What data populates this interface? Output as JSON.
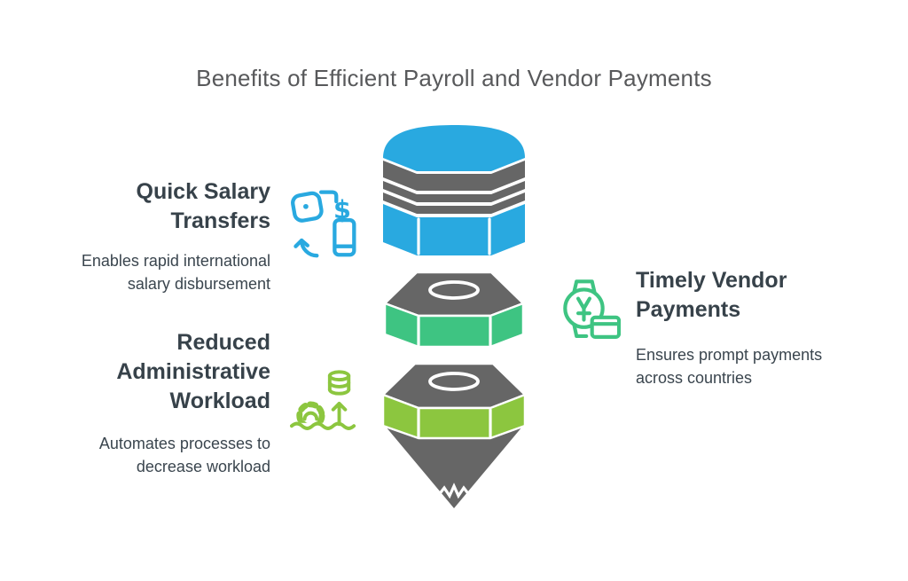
{
  "title": "Benefits of Efficient Payroll and Vendor Payments",
  "benefits": [
    {
      "heading": "Quick Salary Transfers",
      "description": "Enables rapid international salary disbursement",
      "icon": "money-transfer-icon",
      "accent": "#29A9E0",
      "side": "left"
    },
    {
      "heading": "Timely Vendor Payments",
      "description": "Ensures prompt payments across countries",
      "icon": "watch-payment-icon",
      "accent": "#3EC482",
      "side": "right"
    },
    {
      "heading": "Reduced Administrative Workload",
      "description": "Automates processes to decrease workload",
      "icon": "gear-automation-icon",
      "accent": "#8CC63F",
      "side": "left"
    }
  ],
  "icons": {
    "dollar_glyph": "$"
  },
  "funnel": {
    "segments": [
      {
        "name": "top-drum",
        "color": "#29A9E0"
      },
      {
        "name": "middle-hex-nut",
        "color": "#3EC482"
      },
      {
        "name": "bottom-hex-nut-cone",
        "color": "#8CC63F"
      }
    ],
    "body_color": "#666666"
  },
  "colors": {
    "blue": "#29A9E0",
    "emerald": "#3EC482",
    "lime": "#8CC63F",
    "funnel-gray": "#666666",
    "title-text": "#58595B",
    "heading-text": "#37424A",
    "body-text": "#3A454E",
    "background": "#FFFFFF"
  }
}
